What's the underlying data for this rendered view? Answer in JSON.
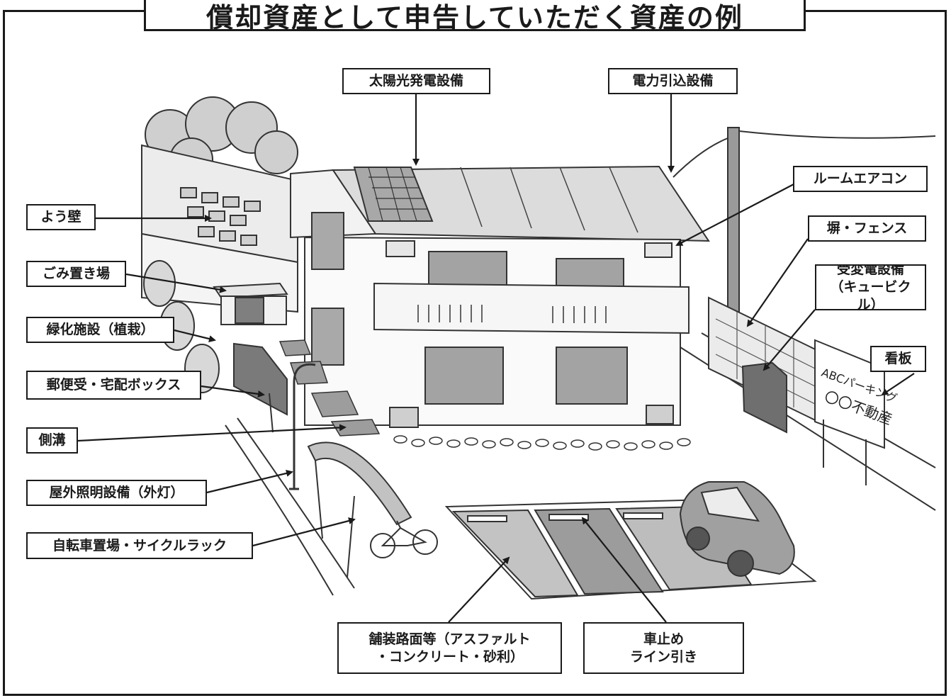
{
  "title": "償却資産として申告していただく資産の例",
  "labels": {
    "solar": "太陽光発電設備",
    "power_service": "電力引込設備",
    "room_aircon": "ルームエアコン",
    "retaining_wall": "よう壁",
    "wall_fence": "塀・フェンス",
    "garbage": "ごみ置き場",
    "substation": "受変電設備\n（キュービクル）",
    "greening": "緑化施設（植栽）",
    "signboard": "看板",
    "mailbox": "郵便受・宅配ボックス",
    "gutter": "側溝",
    "lighting": "屋外照明設備（外灯）",
    "bicycle": "自転車置場・サイクルラック",
    "paving": "舗装路面等（アスファルト\n・コンクリート・砂利）",
    "car_stop": "車止め\nライン引き"
  },
  "sign": {
    "line1": "ABCパーキング",
    "line2": "〇〇不動産"
  },
  "colors": {
    "ink": "#1a1a1a",
    "gray_dark": "#8a8a8a",
    "gray_mid": "#b5b5b5",
    "gray_light": "#d6d6d6"
  }
}
